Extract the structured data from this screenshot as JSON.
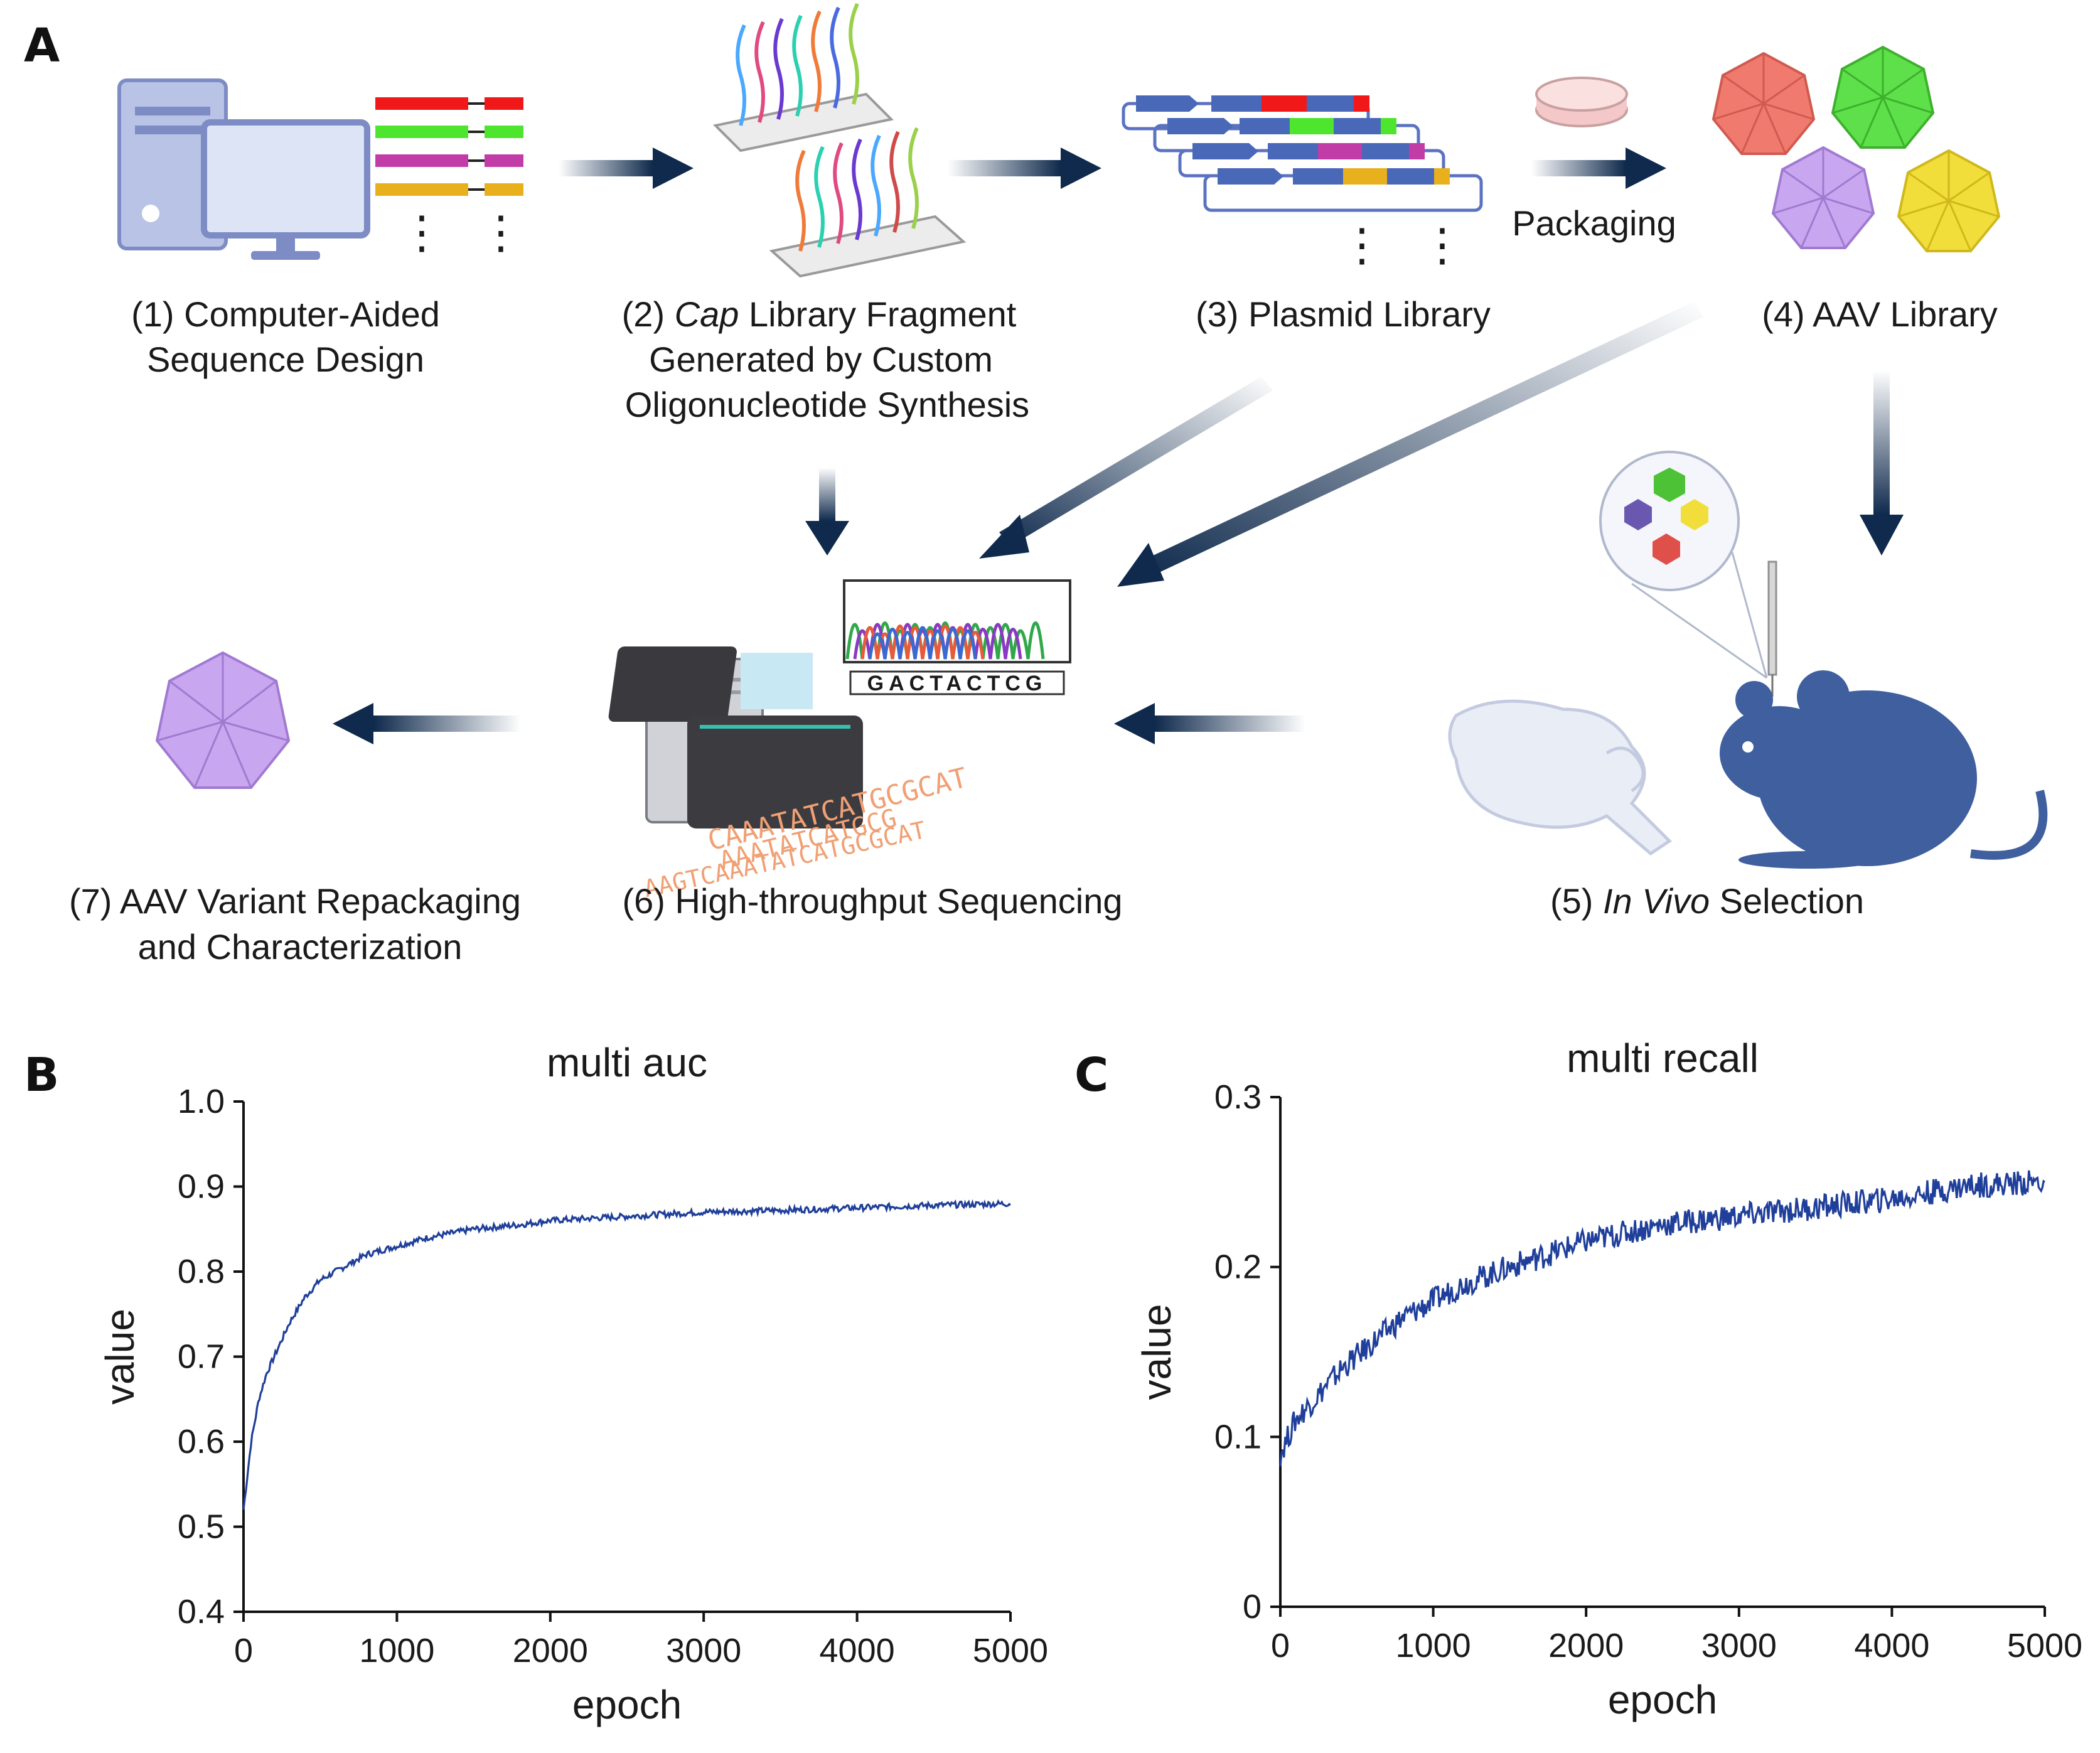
{
  "panels": {
    "a": "A",
    "b": "B",
    "c": "C"
  },
  "steps": {
    "s1": [
      "(1) Computer-Aided",
      "Sequence Design"
    ],
    "s2_prefix": "(2) ",
    "s2_italic": "Cap",
    "s2_line1_rest": " Library Fragment",
    "s2_line2": "Generated by Custom",
    "s2_line3": "Oligonucleotide Synthesis",
    "s3": "(3) Plasmid Library",
    "s4": "(4) AAV Library",
    "packaging": "Packaging",
    "s5_prefix": "(5) ",
    "s5_italic": "In Vivo",
    "s5_rest": " Selection",
    "s6": "(6) High-throughput Sequencing",
    "s7": [
      "(7) AAV Variant Repackaging",
      "and Characterization"
    ],
    "ellipsis": "⋮",
    "seq_letters": "GACTACTCG",
    "dna_text": [
      "CAAATATCATGCGCAT",
      "AAATATCATGCG",
      "AAGTCAAATATCATGCGCAT"
    ]
  },
  "colors": {
    "arrow": "#0f2a4d",
    "capsid_red": "#f07a6e",
    "capsid_green": "#5ee04a",
    "capsid_purple": "#c9a6f0",
    "capsid_yellow": "#f2de3a",
    "mouse": "#3f5f9e",
    "line": "#1f3f9a",
    "dna_orange": "#f0a074"
  },
  "chart_data": [
    {
      "type": "line",
      "title": "multi auc",
      "xlabel": "epoch",
      "ylabel": "value",
      "xlim": [
        0,
        5000
      ],
      "ylim": [
        0.4,
        1.0
      ],
      "xticks": [
        "0",
        "1000",
        "2000",
        "3000",
        "4000",
        "5000"
      ],
      "yticks": [
        "0.4",
        "0.5",
        "0.6",
        "0.7",
        "0.8",
        "0.9",
        "1.0"
      ],
      "x": [
        0,
        50,
        100,
        150,
        200,
        300,
        400,
        500,
        600,
        800,
        1000,
        1200,
        1500,
        1800,
        2000,
        2500,
        3000,
        3500,
        4000,
        4500,
        5000
      ],
      "values": [
        0.52,
        0.6,
        0.65,
        0.68,
        0.7,
        0.74,
        0.77,
        0.79,
        0.8,
        0.82,
        0.83,
        0.84,
        0.85,
        0.855,
        0.86,
        0.865,
        0.87,
        0.872,
        0.875,
        0.878,
        0.88
      ]
    },
    {
      "type": "line",
      "title": "multi recall",
      "xlabel": "epoch",
      "ylabel": "value",
      "xlim": [
        0,
        5000
      ],
      "ylim": [
        0,
        0.3
      ],
      "xticks": [
        "0",
        "1000",
        "2000",
        "3000",
        "4000",
        "5000"
      ],
      "yticks": [
        "0",
        "0.1",
        "0.2",
        "0.3"
      ],
      "x": [
        0,
        100,
        200,
        400,
        600,
        800,
        1000,
        1200,
        1500,
        2000,
        2500,
        3000,
        3500,
        4000,
        4500,
        5000
      ],
      "values": [
        0.09,
        0.11,
        0.12,
        0.14,
        0.155,
        0.17,
        0.18,
        0.19,
        0.2,
        0.215,
        0.225,
        0.23,
        0.235,
        0.24,
        0.248,
        0.25
      ]
    }
  ]
}
